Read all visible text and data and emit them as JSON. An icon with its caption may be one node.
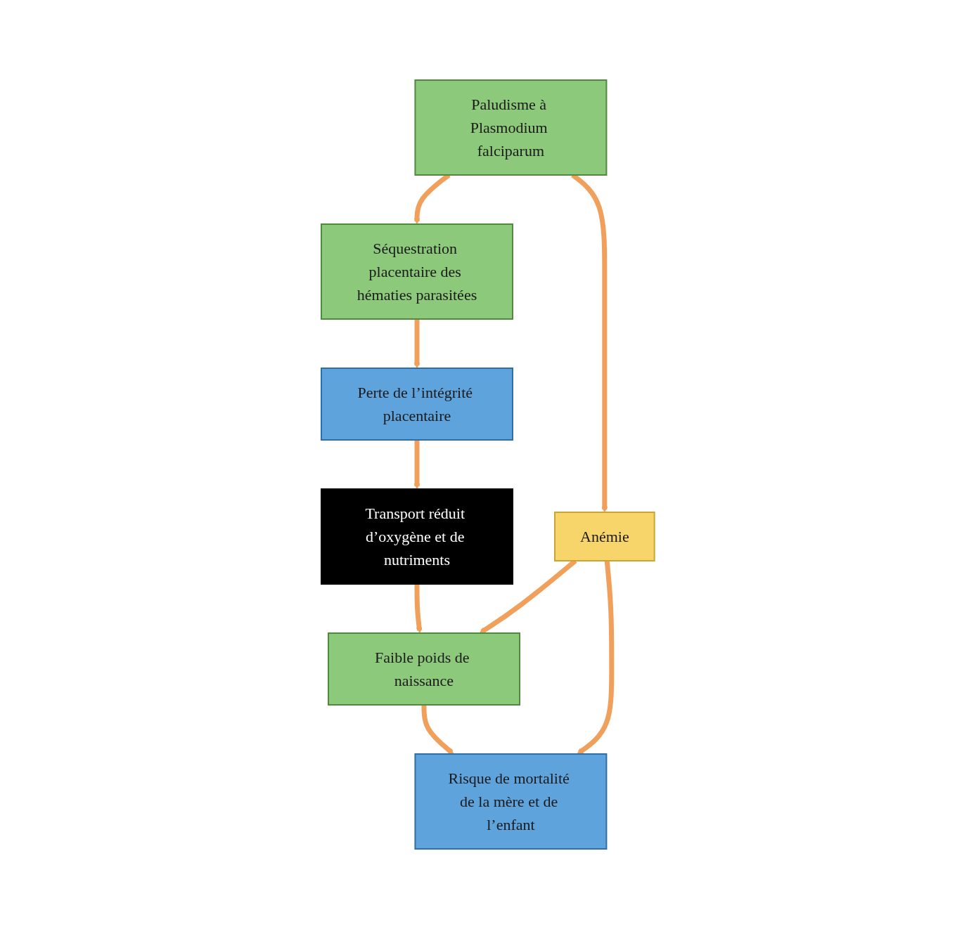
{
  "diagram": {
    "nodes": [
      {
        "text": [
          "Paludisme à Plasmodium falciparum"
        ]
      },
      {
        "text": [
          "Séquestration placentaire des hématies parasitées"
        ]
      },
      {
        "text": [
          "Perte de l’intégrité placentaire"
        ]
      },
      {
        "text": [
          "Transport réduit d’oxygène et de nutriments"
        ]
      },
      {
        "text": [
          "Anémie"
        ]
      },
      {
        "text": [
          "Faible poids de naissance"
        ]
      },
      {
        "text": [
          "Risque de mortalité de la mère et de l’enfant"
        ]
      }
    ],
    "edges": [
      {
        "from": 0,
        "to": 1,
        "arrow": "to"
      },
      {
        "from": 0,
        "to": 4,
        "arrow": "to"
      },
      {
        "from": 1,
        "to": 2,
        "arrow": "to"
      },
      {
        "from": 2,
        "to": 3,
        "arrow": "to"
      },
      {
        "from": 3,
        "to": 5,
        "arrow": "to"
      },
      {
        "from": 4,
        "to": 5,
        "arrow": "to"
      },
      {
        "from": 4,
        "to": 6,
        "arrow": "to"
      },
      {
        "from": 5,
        "to": 6,
        "arrow": "to"
      }
    ]
  }
}
